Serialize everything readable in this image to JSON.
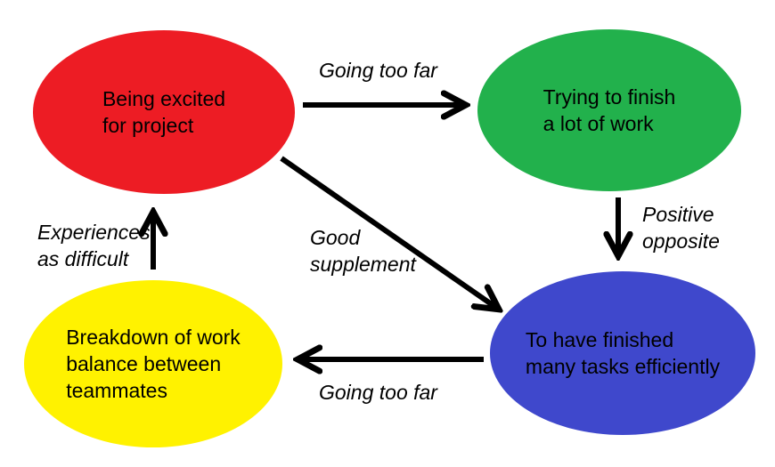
{
  "diagram": {
    "background_color": "#ffffff",
    "text_color": "#000000",
    "arrow_color": "#000000",
    "nodes": [
      {
        "id": "excited",
        "label": "Being excited\nfor project",
        "color": "#ed1c24",
        "color_name": "red"
      },
      {
        "id": "trying",
        "label": "Trying to finish\na lot of work",
        "color": "#22b14c",
        "color_name": "green"
      },
      {
        "id": "finished",
        "label": "To have finished\nmany tasks efficiently",
        "color": "#3f48cc",
        "color_name": "blue"
      },
      {
        "id": "breakdown",
        "label": "Breakdown of work\nbalance between\nteammates",
        "color": "#fff200",
        "color_name": "yellow"
      }
    ],
    "edges": [
      {
        "from": "excited",
        "to": "trying",
        "label": "Going too far",
        "direction": "right"
      },
      {
        "from": "trying",
        "to": "finished",
        "label": "Positive\nopposite",
        "direction": "down"
      },
      {
        "from": "excited",
        "to": "finished",
        "label": "Good\nsupplement",
        "direction": "down-right"
      },
      {
        "from": "finished",
        "to": "breakdown",
        "label": "Going too far",
        "direction": "left"
      },
      {
        "from": "breakdown",
        "to": "excited",
        "label": "Experiences\nas difficult",
        "direction": "up"
      }
    ]
  }
}
